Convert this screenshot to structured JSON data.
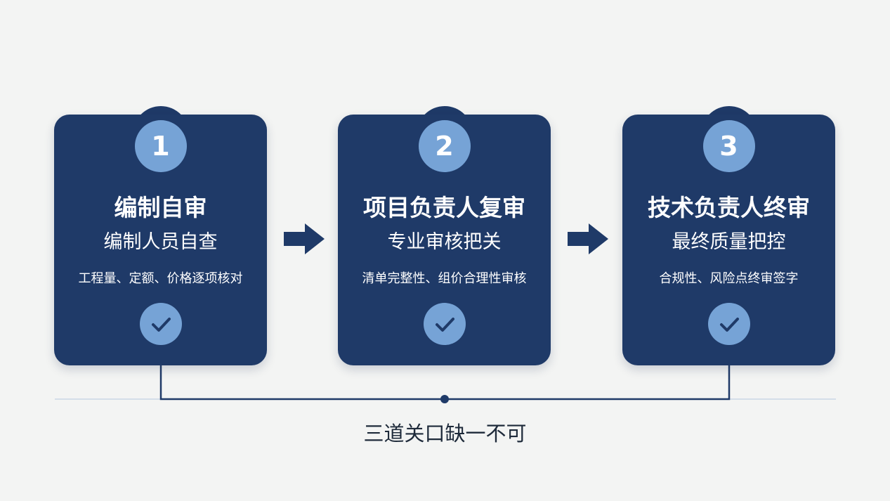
{
  "steps": [
    {
      "number": "1",
      "title": "编制自审",
      "subtitle": "编制人员自查",
      "description": "工程量、定额、价格逐项核对"
    },
    {
      "number": "2",
      "title": "项目负责人复审",
      "subtitle": "专业审核把关",
      "description": "清单完整性、组价合理性审核"
    },
    {
      "number": "3",
      "title": "技术负责人终审",
      "subtitle": "最终质量把控",
      "description": "合规性、风险点终审签字"
    }
  ],
  "footer": {
    "caption": "三道关口缺一不可"
  },
  "icons": {
    "step_arrow": "arrow-right-icon",
    "step_check": "checkmark-icon"
  },
  "colors": {
    "card_background": "#1f3a68",
    "accent_circle": "#76a3d6",
    "page_background": "#f3f4f3",
    "text_dark": "#1e2a3a",
    "arrow": "#1f3a68"
  }
}
